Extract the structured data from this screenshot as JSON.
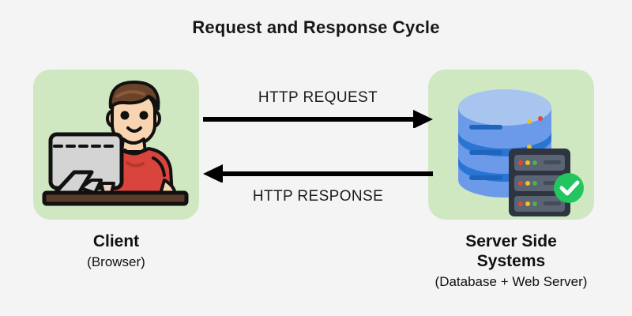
{
  "page": {
    "background_color": "#f4f4f4",
    "title": "Request and Response Cycle"
  },
  "nodes": [
    {
      "id": "client",
      "panel_color": "#cfe8c2",
      "title": "Client",
      "subtitle": "(Browser)",
      "icon_name": "person-at-computer-illustration",
      "icon_colors": {
        "skin": "#f8d5b0",
        "hair": "#6b4329",
        "shirt": "#d9453c",
        "monitor": "#d4d4d4",
        "desk": "#5a3a28",
        "outline": "#111111"
      }
    },
    {
      "id": "server",
      "panel_color": "#cfe8c2",
      "title": "Server Side\nSystems",
      "subtitle": "(Database + Web Server)",
      "icon_name": "database-server-rack-illustration",
      "icon_colors": {
        "db_top": "#a8c5f0",
        "db_body": "#6b9be8",
        "db_band": "#1f6fd0",
        "rack": "#2e3440",
        "rack_slot": "#5a6472",
        "led_red": "#e0483c",
        "led_yellow": "#f0c020",
        "led_green": "#4caf50",
        "check_badge": "#22c55e"
      }
    }
  ],
  "arrows": [
    {
      "id": "request",
      "label": "HTTP REQUEST",
      "direction": "right",
      "from": "client",
      "to": "server",
      "color": "#000000",
      "label_position": "above"
    },
    {
      "id": "response",
      "label": "HTTP RESPONSE",
      "direction": "left",
      "from": "server",
      "to": "client",
      "color": "#000000",
      "label_position": "below"
    }
  ]
}
